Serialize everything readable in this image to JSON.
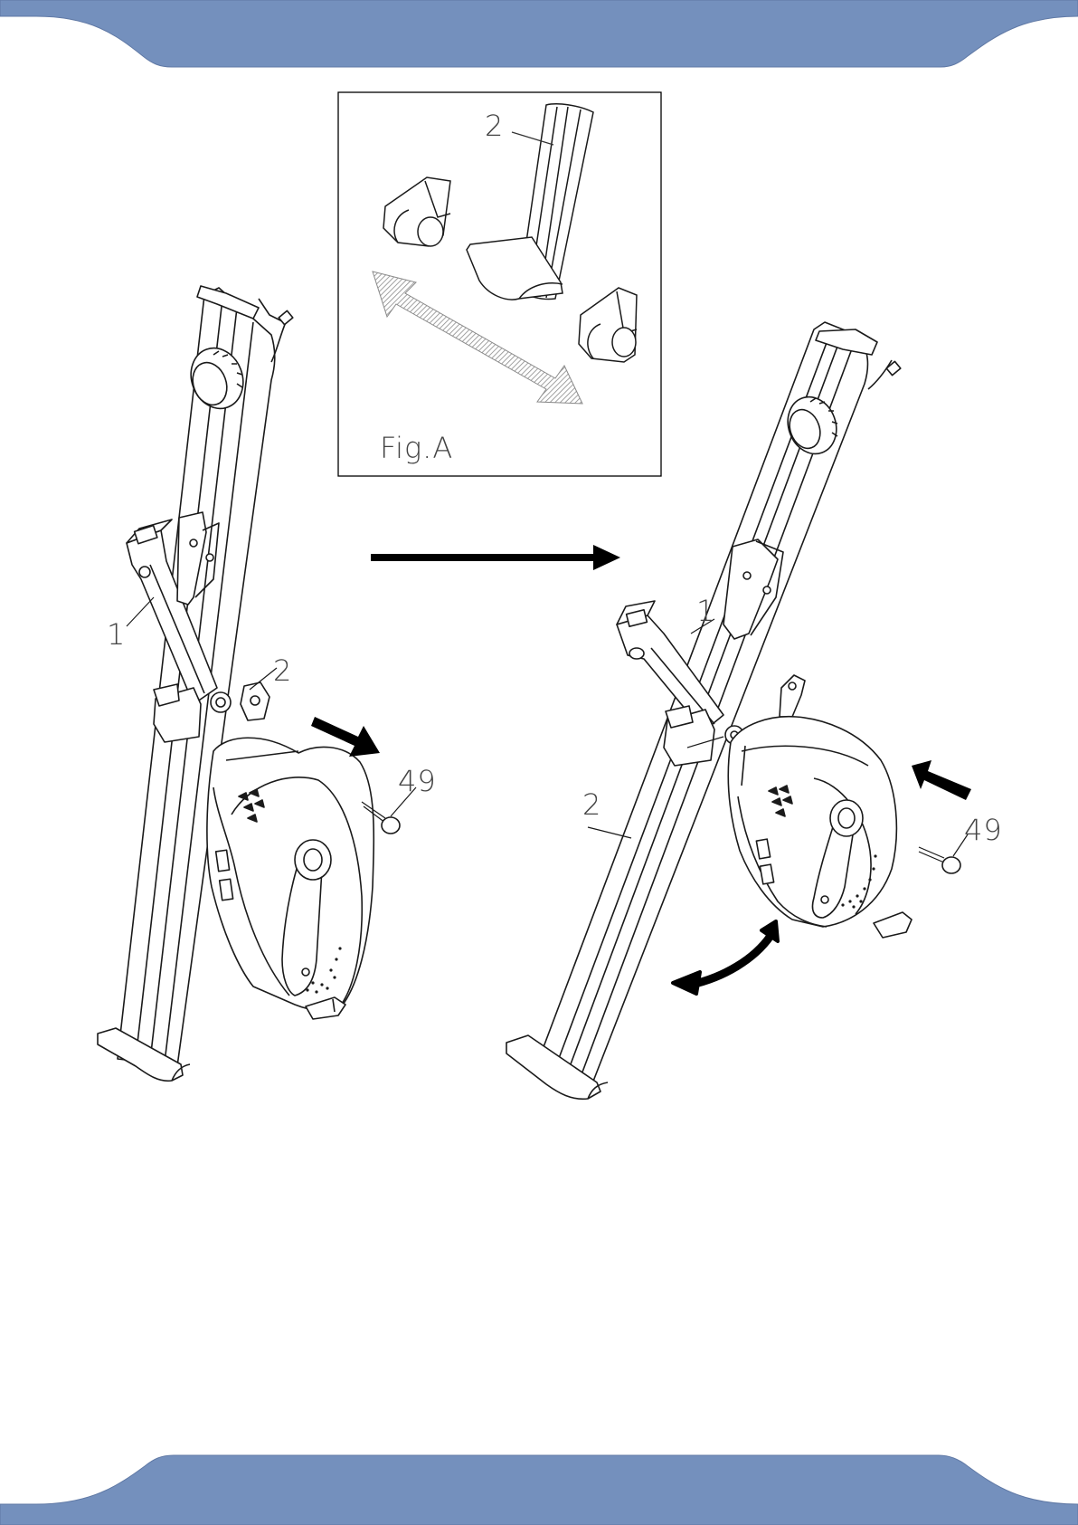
{
  "colors": {
    "band": "#7490bd",
    "band_edge": "#6079a5",
    "ink": "#1a1a1a",
    "arrow": "#000000",
    "hatch": "#8a8a8a"
  },
  "inset": {
    "caption": "Fig.A",
    "part_label": "2"
  },
  "left_view": {
    "labels": {
      "part_1": "1",
      "part_2": "2",
      "part_49": "49"
    }
  },
  "right_view": {
    "labels": {
      "part_1": "1",
      "part_2": "2",
      "part_49": "49"
    }
  },
  "icons": {
    "direction_arrow": "long-right-arrow-icon",
    "insert_arrow": "diagonal-arrow-icon",
    "rotate_arrow": "curved-double-arrow-icon",
    "double_arrow": "hatched-double-arrow-icon"
  }
}
